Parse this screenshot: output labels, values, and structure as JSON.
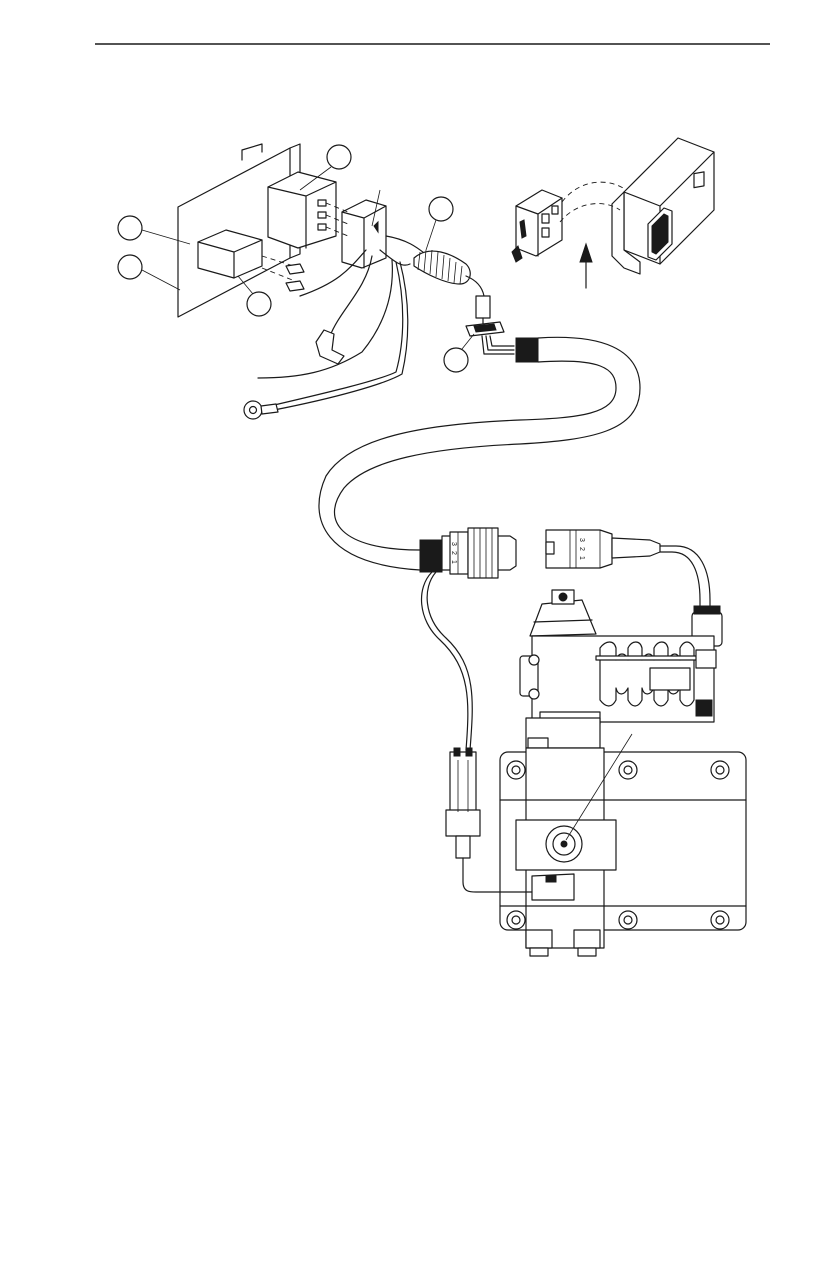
{
  "header": {
    "rule_color": "#1a1a1a"
  },
  "callouts": [
    "",
    "",
    "",
    "",
    "",
    ""
  ],
  "connectors": {
    "left_plug_pins": [
      "3",
      "2",
      "1"
    ],
    "right_plug_pins": [
      "3",
      "2",
      "1"
    ]
  }
}
